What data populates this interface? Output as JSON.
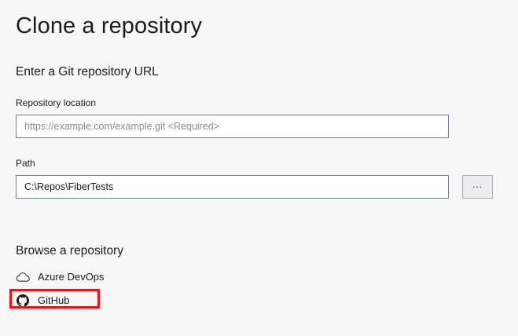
{
  "page": {
    "title": "Clone a repository",
    "background_color": "#f7f7f7"
  },
  "url_section": {
    "heading": "Enter a Git repository URL",
    "repository_location": {
      "label": "Repository location",
      "value": "",
      "placeholder": "https://example.com/example.git <Required>"
    },
    "path": {
      "label": "Path",
      "value": "C:\\Repos\\FiberTests",
      "placeholder": ""
    },
    "browse_button": {
      "label": "...",
      "name": "ellipsis-browse-button"
    }
  },
  "browse_section": {
    "heading": "Browse a repository",
    "providers": [
      {
        "label": "Azure DevOps",
        "icon": "cloud-icon"
      },
      {
        "label": "GitHub",
        "icon": "github-icon"
      }
    ]
  },
  "annotation": {
    "highlight_color": "#ee1111",
    "target": "GitHub"
  }
}
